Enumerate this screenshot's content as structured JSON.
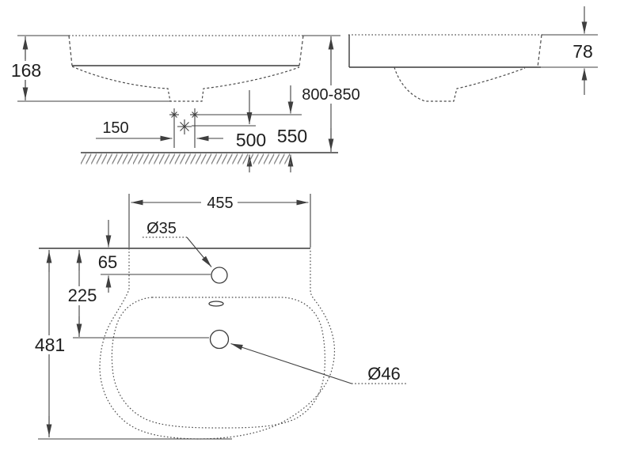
{
  "drawing": {
    "kind": "washbasin technical dimension drawing",
    "colors": {
      "background": "#ffffff",
      "line": "#3a3a3a",
      "dimension_line": "#3f3f3f",
      "text": "#1e1e1e",
      "hatch": "#7d7d7d"
    },
    "front_view": {
      "basin_height": "168",
      "installation_height": "800-850",
      "supply_spacing": "150",
      "drain_outlet_height": "500",
      "supply_height": "550"
    },
    "side_view": {
      "rim_thickness": "78"
    },
    "top_view": {
      "width": "455",
      "depth": "481",
      "tap_hole_offset": "65",
      "drain_offset": "225",
      "tap_hole_diameter": "Ø35",
      "drain_diameter": "Ø46"
    }
  }
}
